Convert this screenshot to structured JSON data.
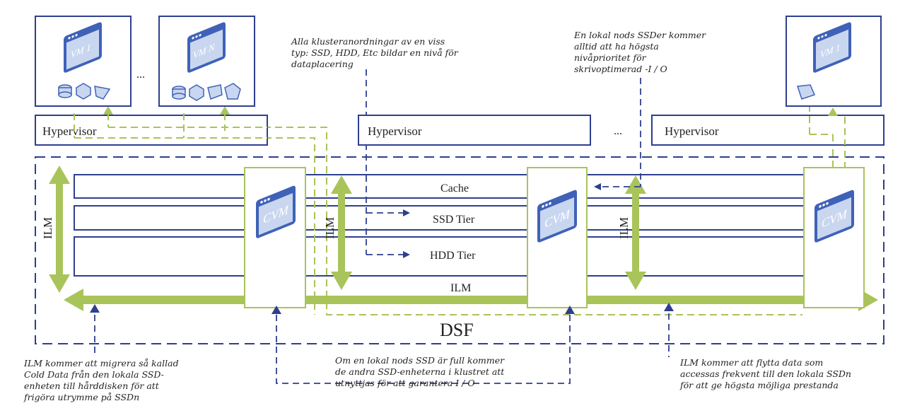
{
  "vm_nodes": [
    {
      "vm_label": "VM 1"
    },
    {
      "vm_label": "VM N"
    },
    {
      "vm_label": "VM 1"
    }
  ],
  "ellipsis": "...",
  "hypervisor_label": "Hypervisor",
  "cvm_label": "CVM",
  "tiers": {
    "cache": "Cache",
    "ssd": "SSD  Tier",
    "hdd": "HDD  Tier"
  },
  "ilm_label": "ILM",
  "dsf_label": "DSF",
  "notes": {
    "tier_definition": [
      "Alla klusteranordningar av en viss",
      "typ: SSD, HDD, Etc bildar en nivå för",
      "dataplacering"
    ],
    "local_ssd_priority": [
      "En lokal nods SSDer kommer",
      "alltid att ha högsta",
      "nivåprioritet för",
      "skrivoptimerad -I / O"
    ],
    "ilm_cold_data": [
      "ILM kommer att migrera så kallad",
      "Cold Data från den lokala SSD-",
      "enheten till hårddisken för att",
      "frigöra utrymme på SSDn"
    ],
    "ssd_full": [
      "Om en lokal nods SSD är full kommer",
      "de andra SSD-enheterna i klustret att",
      "utnyttjas för att garantera I / O"
    ],
    "ilm_hot_data": [
      "ILM kommer att flytta data som",
      "accessas frekvent  till den lokala SSDn",
      "för att ge högsta möjliga prestanda"
    ]
  },
  "colors": {
    "navy": "#2e3f8f",
    "green": "#a9c45a",
    "window_blue": "#3f62b8",
    "window_light": "#c9d6ef"
  }
}
